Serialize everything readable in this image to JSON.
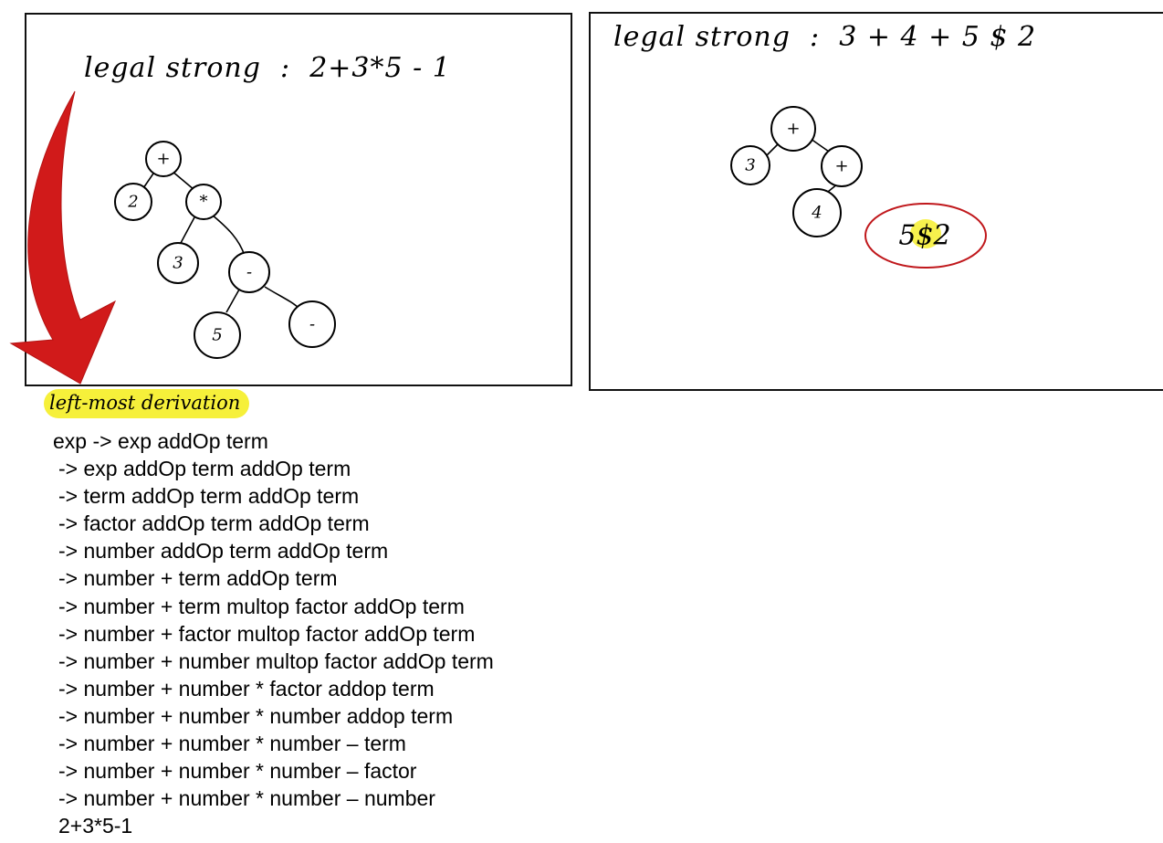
{
  "left_panel": {
    "title": "legal strong  :  2+3*5 - 1",
    "tree_nodes": [
      "+",
      "2",
      "*",
      "3",
      "-",
      "5",
      "-"
    ]
  },
  "right_panel": {
    "title": "legal strong  :  3 + 4 + 5 $ 2",
    "tree_nodes": [
      "+",
      "3",
      "+",
      "4"
    ],
    "circled_text": "5$2"
  },
  "annotation": {
    "highlight_label": "left-most derivation",
    "arrow_color": "#d11a1a",
    "highlight_color": "#f6f03a",
    "circle_color": "#c0181c"
  },
  "derivation": {
    "lines": [
      "exp -> exp addOp term",
      "-> exp addOp term addOp term",
      "-> term addOp term addOp term",
      "-> factor addOp term addOp term",
      "-> number addOp term addOp term",
      "-> number + term addOp term",
      "-> number + term multop factor addOp term",
      "-> number + factor multop factor addOp term",
      "-> number + number multop factor addOp term",
      "-> number + number * factor addop term",
      "-> number + number * number addop term",
      "-> number + number * number – term",
      "-> number + number * number – factor",
      "-> number + number * number – number"
    ],
    "result": "2+3*5-1"
  }
}
